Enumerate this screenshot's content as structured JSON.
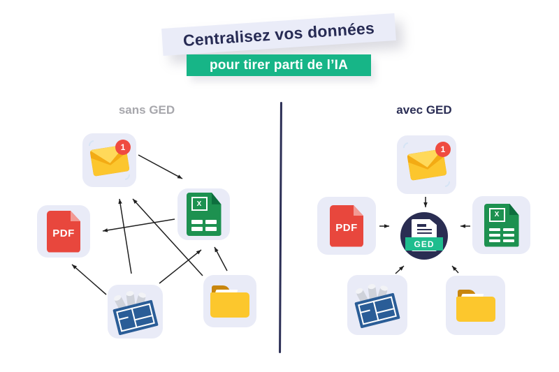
{
  "title": {
    "main": "Centralisez vos données",
    "sub": "pour tirer parti de l’IA"
  },
  "panels": {
    "left": {
      "label": "sans GED"
    },
    "right": {
      "label": "avec GED"
    }
  },
  "icons": {
    "email_badge_count": "1",
    "pdf_label": "PDF",
    "excel_x_label": "X",
    "ged_label": "GED"
  },
  "colors": {
    "navy": "#2a2d52",
    "accent_green": "#17b587",
    "card_bg": "#e9ebf7",
    "banner_bg": "#eaecf8",
    "pdf_red": "#e8473d",
    "pdf_fold": "#f29a94",
    "excel_green": "#1d9150",
    "folder_yellow": "#fcc72d",
    "folder_tab": "#c8860e",
    "blueprint_blue": "#2a5d97",
    "envelope_yellow": "#fcc62e",
    "badge_red": "#ef4b40",
    "left_label_gray": "#a7a7ac",
    "arrow_black": "#1f1f1f"
  }
}
